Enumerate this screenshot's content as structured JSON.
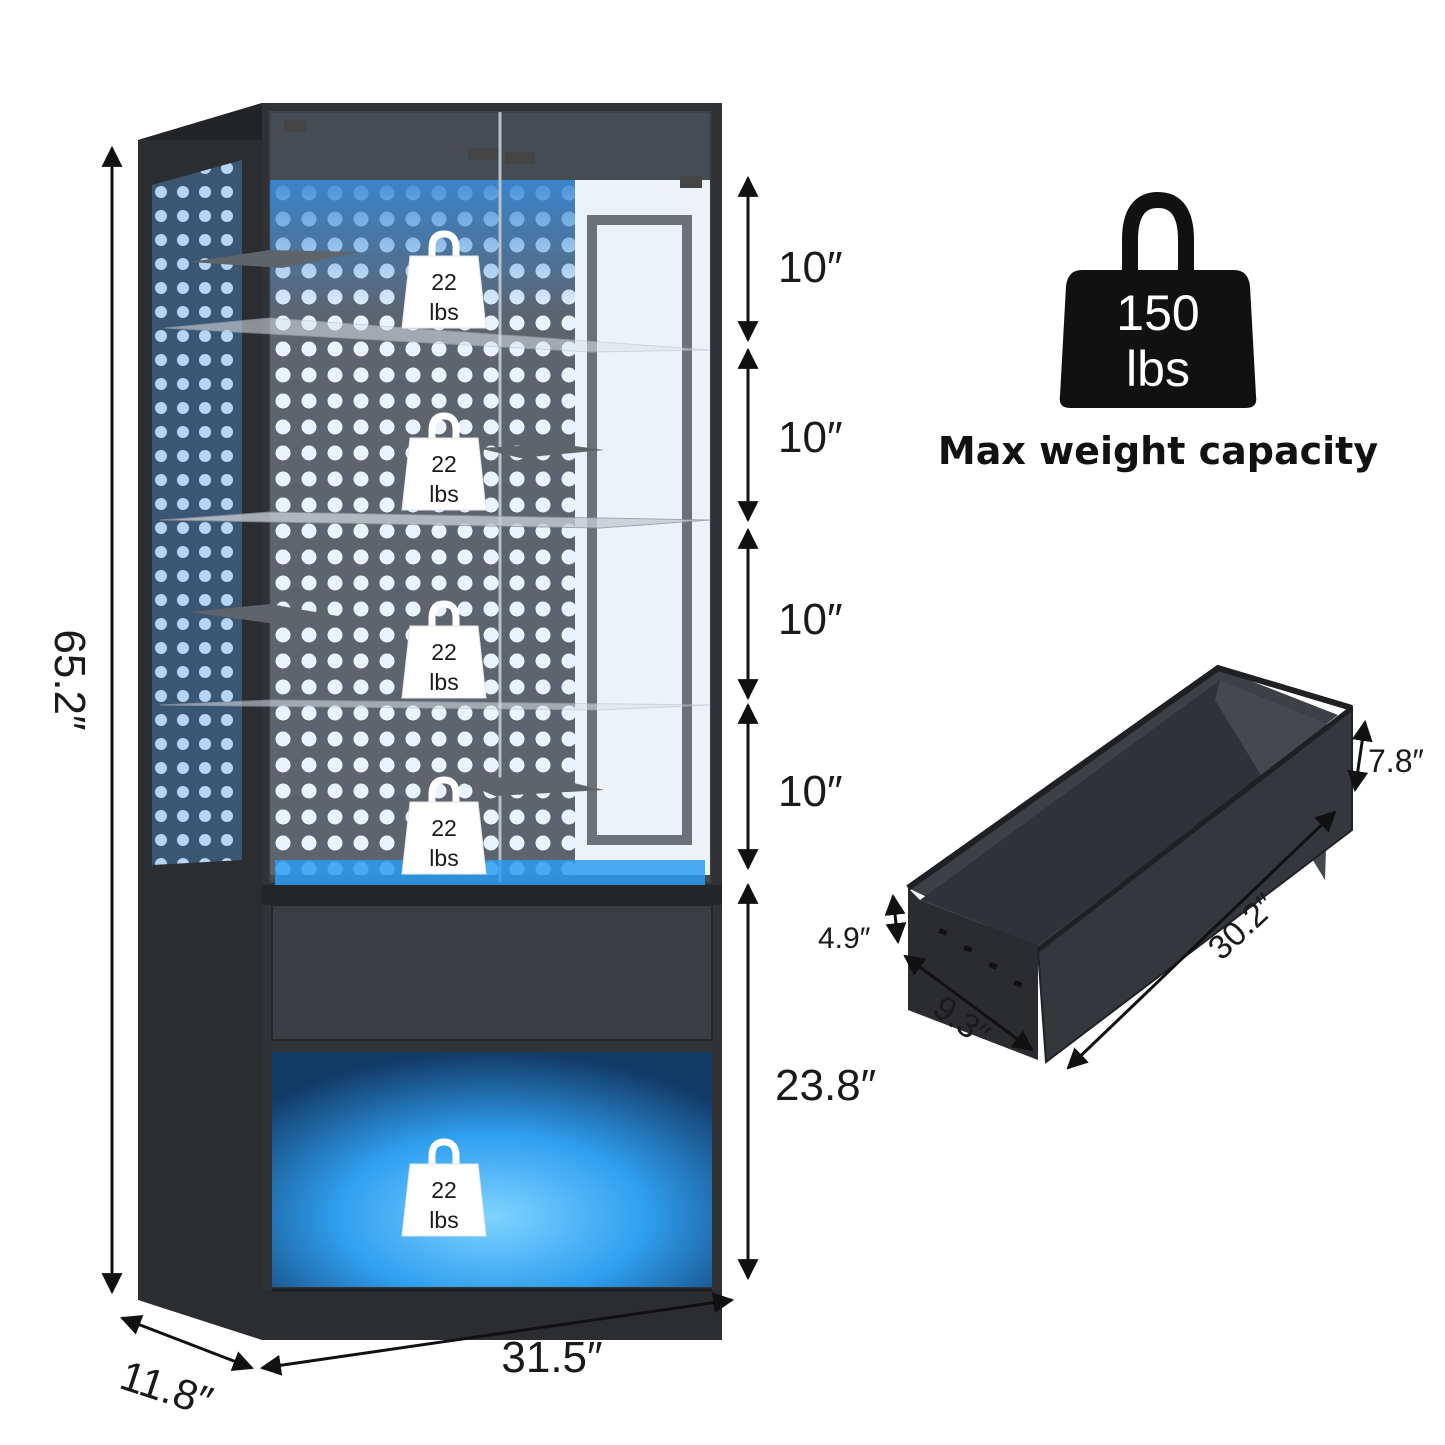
{
  "cabinet": {
    "height_total": "65.2″",
    "shelf_heights": [
      "10″",
      "10″",
      "10″",
      "10″"
    ],
    "base_height": "23.8″",
    "width": "31.5″",
    "depth": "11.8″"
  },
  "shelf_load_tags": [
    {
      "value": "22",
      "unit": "lbs"
    },
    {
      "value": "22",
      "unit": "lbs"
    },
    {
      "value": "22",
      "unit": "lbs"
    },
    {
      "value": "22",
      "unit": "lbs"
    },
    {
      "value": "22",
      "unit": "lbs"
    }
  ],
  "max_weight": {
    "value": "150",
    "unit": "lbs",
    "caption": "Max weight capacity"
  },
  "drawer": {
    "length": "30.2″",
    "width": "9.3″",
    "inner_height": "4.9″",
    "front_height": "7.8″"
  },
  "colors": {
    "cabinet_body": "#2b2d30",
    "pegboard": "#4a4e55",
    "led_glow": "#2fa8ff",
    "dimension_line": "#111111"
  }
}
